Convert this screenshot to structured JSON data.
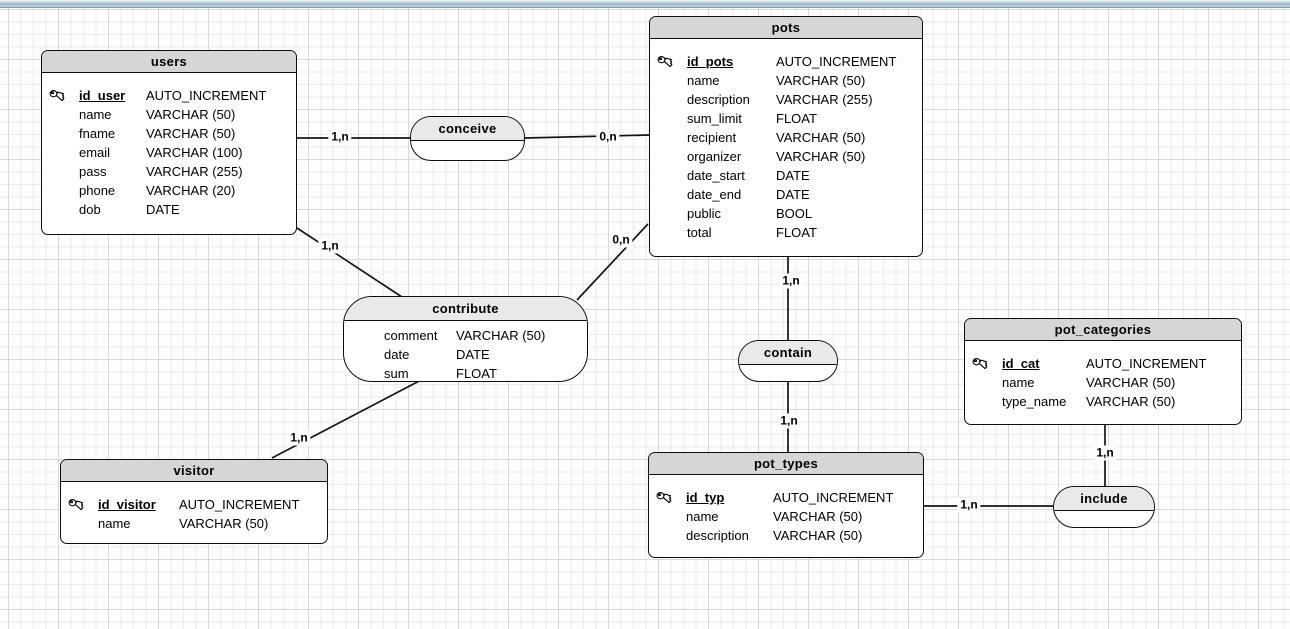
{
  "colors": {
    "entity_header": "#d6d6d6",
    "relation_header": "#e9e9e9",
    "topbar_blue": "#9bbcd2",
    "line": "#141414"
  },
  "entities": [
    {
      "title": "users",
      "pk": {
        "name": "id_user",
        "type": "AUTO_INCREMENT"
      },
      "fields": [
        {
          "name": "name",
          "type": "VARCHAR (50)"
        },
        {
          "name": "fname",
          "type": "VARCHAR (50)"
        },
        {
          "name": "email",
          "type": "VARCHAR (100)"
        },
        {
          "name": "pass",
          "type": "VARCHAR (255)"
        },
        {
          "name": "phone",
          "type": "VARCHAR (20)"
        },
        {
          "name": "dob",
          "type": "DATE"
        }
      ]
    },
    {
      "title": "pots",
      "pk": {
        "name": "id_pots",
        "type": "AUTO_INCREMENT"
      },
      "fields": [
        {
          "name": "name",
          "type": "VARCHAR (50)"
        },
        {
          "name": "description",
          "type": "VARCHAR (255)"
        },
        {
          "name": "sum_limit",
          "type": "FLOAT"
        },
        {
          "name": "recipient",
          "type": "VARCHAR (50)"
        },
        {
          "name": "organizer",
          "type": "VARCHAR (50)"
        },
        {
          "name": "date_start",
          "type": "DATE"
        },
        {
          "name": "date_end",
          "type": "DATE"
        },
        {
          "name": "public",
          "type": "BOOL"
        },
        {
          "name": "total",
          "type": "FLOAT"
        }
      ]
    },
    {
      "title": "visitor",
      "pk": {
        "name": "id_visitor",
        "type": "AUTO_INCREMENT"
      },
      "fields": [
        {
          "name": "name",
          "type": "VARCHAR (50)"
        }
      ]
    },
    {
      "title": "pot_types",
      "pk": {
        "name": "id_typ",
        "type": "AUTO_INCREMENT"
      },
      "fields": [
        {
          "name": "name",
          "type": "VARCHAR (50)"
        },
        {
          "name": "description",
          "type": "VARCHAR (50)"
        }
      ]
    },
    {
      "title": "pot_categories",
      "pk": {
        "name": "id_cat",
        "type": "AUTO_INCREMENT"
      },
      "fields": [
        {
          "name": "name",
          "type": "VARCHAR (50)"
        },
        {
          "name": "type_name",
          "type": "VARCHAR (50)"
        }
      ]
    }
  ],
  "relations": [
    {
      "title": "conceive",
      "fields": []
    },
    {
      "title": "contribute",
      "fields": [
        {
          "name": "comment",
          "type": "VARCHAR (50)"
        },
        {
          "name": "date",
          "type": "DATE"
        },
        {
          "name": "sum",
          "type": "FLOAT"
        }
      ]
    },
    {
      "title": "contain",
      "fields": []
    },
    {
      "title": "include",
      "fields": []
    }
  ],
  "cardinalities": [
    {
      "text": "1,n"
    },
    {
      "text": "0,n"
    },
    {
      "text": "1,n"
    },
    {
      "text": "0,n"
    },
    {
      "text": "1,n"
    },
    {
      "text": "1,n"
    },
    {
      "text": "1,n"
    },
    {
      "text": "1,n"
    },
    {
      "text": "1,n"
    }
  ]
}
